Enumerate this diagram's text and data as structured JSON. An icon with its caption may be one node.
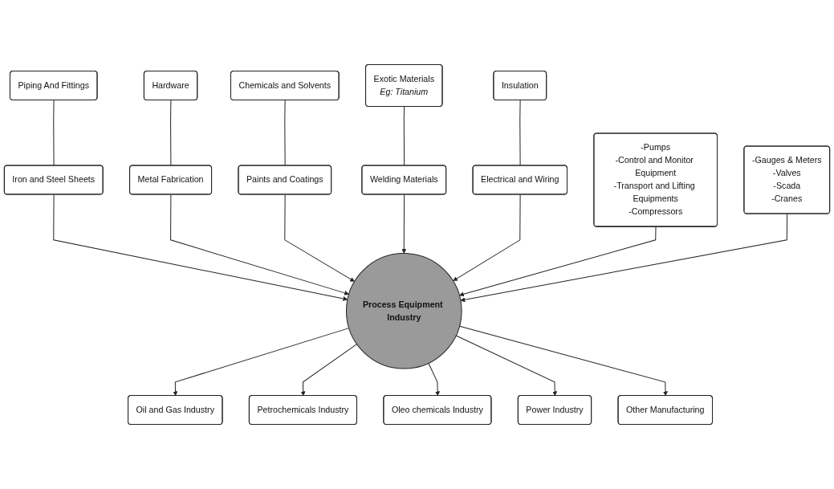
{
  "diagram": {
    "nodes": [
      {
        "text": [
          "Piping And Fittings"
        ]
      },
      {
        "text": [
          "Hardware"
        ]
      },
      {
        "text": [
          "Chemicals and Solvents"
        ]
      },
      {
        "text": [
          "Exotic Materials",
          "Eg: Titanium"
        ]
      },
      {
        "text": [
          "Insulation"
        ]
      },
      {
        "text": [
          "Iron and Steel Sheets"
        ]
      },
      {
        "text": [
          "Metal Fabrication"
        ]
      },
      {
        "text": [
          "Paints and Coatings"
        ]
      },
      {
        "text": [
          "Welding Materials"
        ]
      },
      {
        "text": [
          "Electrical and Wiring"
        ]
      },
      {
        "text": [
          "-Pumps",
          "-Control and Monitor Equipment",
          "-Transport and Lifting Equipments",
          "-Compressors"
        ]
      },
      {
        "text": [
          "Process Equipment Industry"
        ]
      },
      {
        "text": [
          "-Gauges & Meters",
          "-Valves",
          "-Scada",
          "-Cranes"
        ]
      },
      {
        "text": [
          "Oil and Gas Industry"
        ]
      },
      {
        "text": [
          "Petrochemicals Industry"
        ]
      },
      {
        "text": [
          "Oleo chemicals Industry"
        ]
      },
      {
        "text": [
          "Power Industry"
        ]
      },
      {
        "text": [
          "Other Manufacturing"
        ]
      }
    ],
    "edges": [
      {
        "from": 0,
        "to": 5,
        "arrow": "none"
      },
      {
        "from": 1,
        "to": 6,
        "arrow": "none"
      },
      {
        "from": 2,
        "to": 7,
        "arrow": "none"
      },
      {
        "from": 3,
        "to": 8,
        "arrow": "none"
      },
      {
        "from": 4,
        "to": 9,
        "arrow": "none"
      },
      {
        "from": 5,
        "to": 11,
        "arrow": "to"
      },
      {
        "from": 6,
        "to": 11,
        "arrow": "to"
      },
      {
        "from": 7,
        "to": 11,
        "arrow": "to"
      },
      {
        "from": 8,
        "to": 11,
        "arrow": "to"
      },
      {
        "from": 9,
        "to": 11,
        "arrow": "to"
      },
      {
        "from": 10,
        "to": 11,
        "arrow": "to"
      },
      {
        "from": 12,
        "to": 11,
        "arrow": "to"
      },
      {
        "from": 11,
        "to": 13,
        "arrow": "to"
      },
      {
        "from": 11,
        "to": 14,
        "arrow": "to"
      },
      {
        "from": 11,
        "to": 15,
        "arrow": "to"
      },
      {
        "from": 11,
        "to": 16,
        "arrow": "to"
      },
      {
        "from": 11,
        "to": 17,
        "arrow": "to"
      }
    ]
  }
}
